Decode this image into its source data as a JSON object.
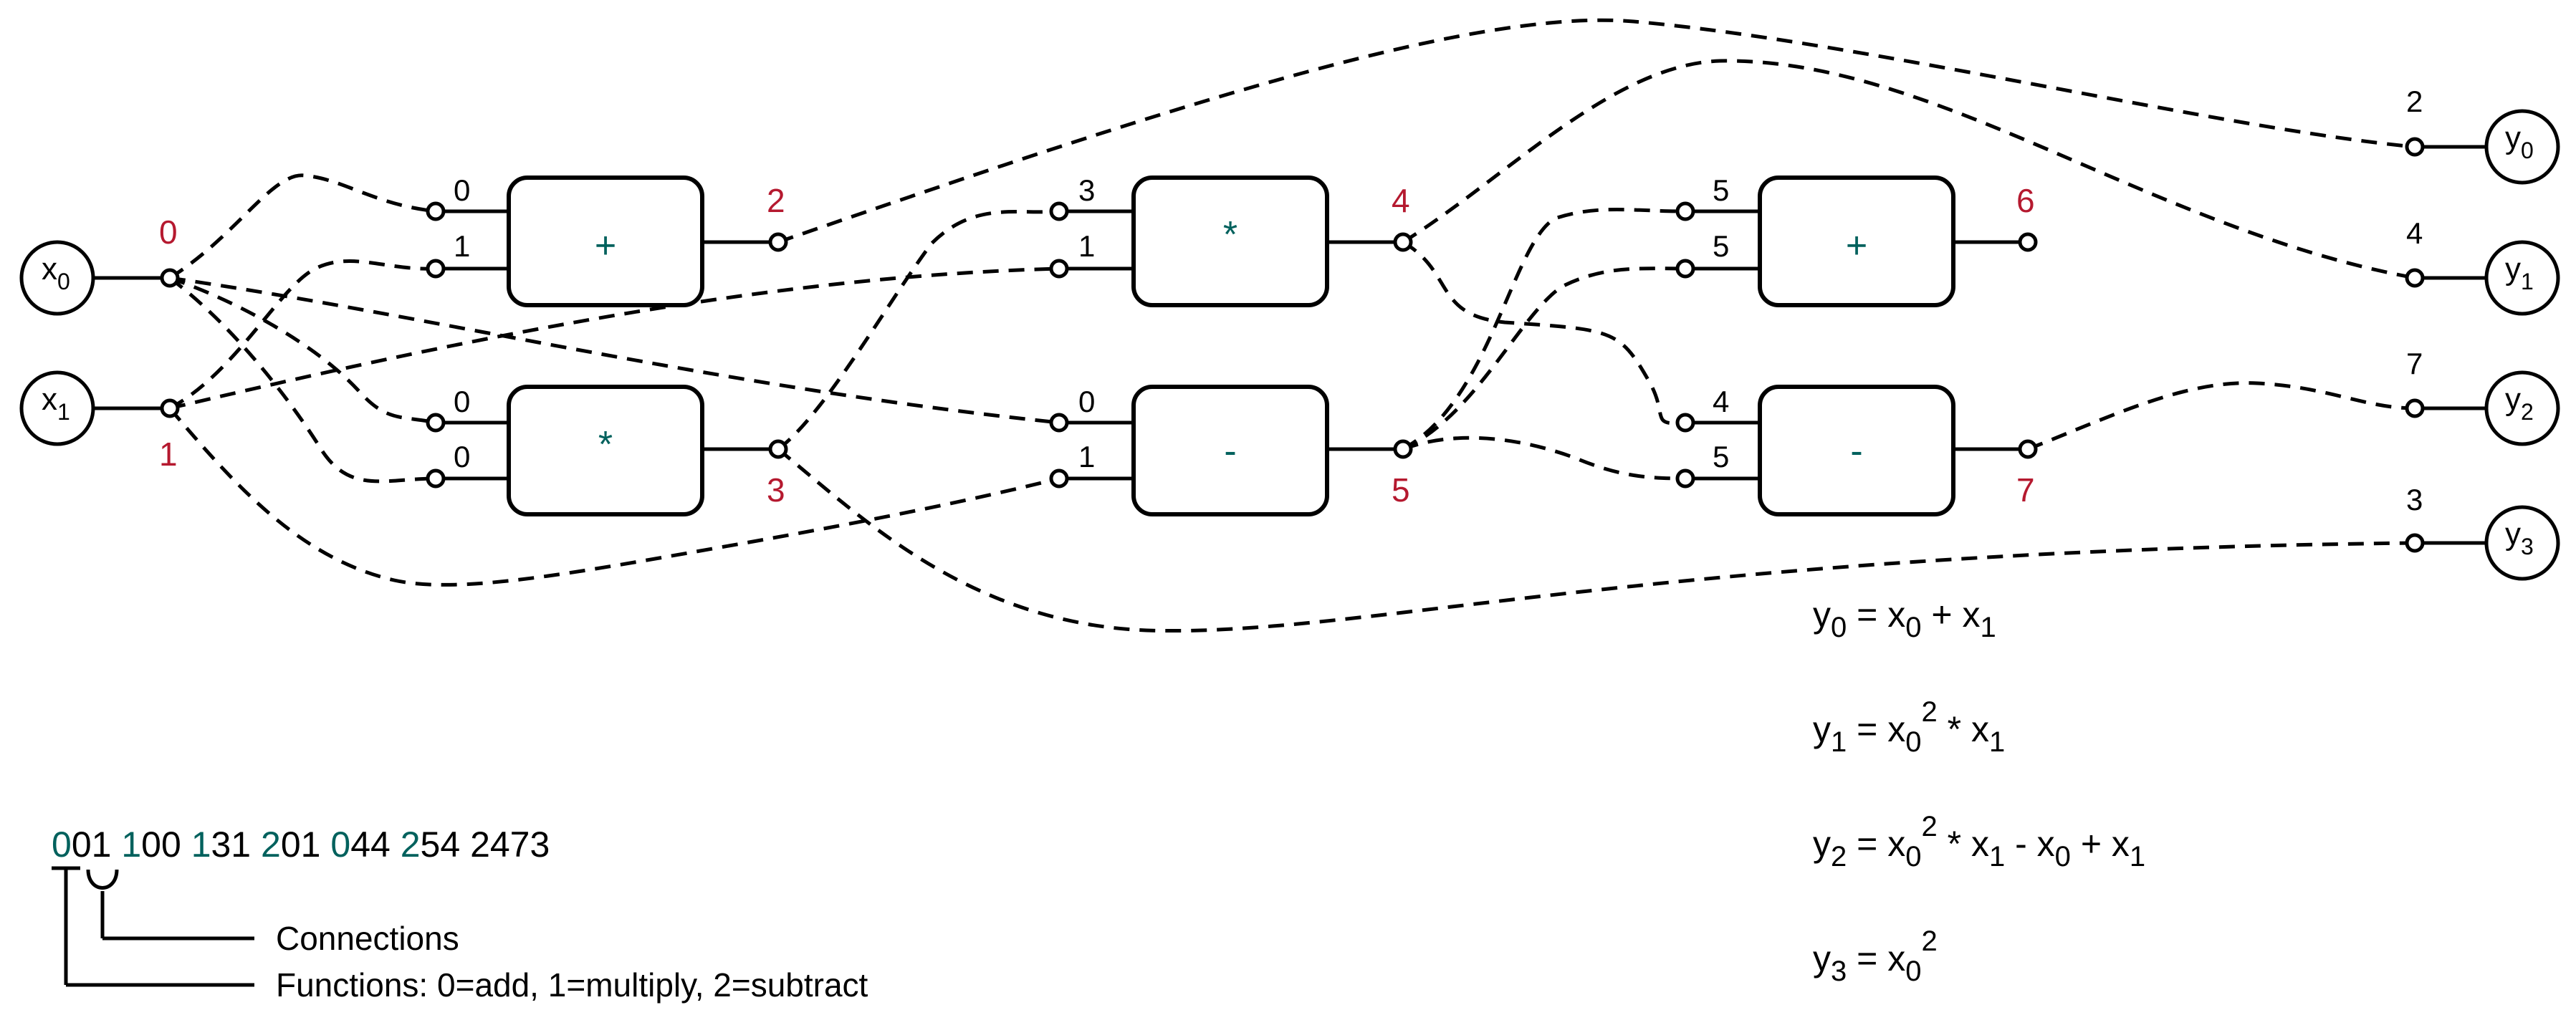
{
  "inputs": [
    {
      "base": "x",
      "sub": "0",
      "index": "0"
    },
    {
      "base": "x",
      "sub": "1",
      "index": "1"
    }
  ],
  "nodes": [
    {
      "func": "+",
      "in_labels": [
        "0",
        "1"
      ],
      "index": "2"
    },
    {
      "func": "*",
      "in_labels": [
        "0",
        "0"
      ],
      "index": "3"
    },
    {
      "func": "*",
      "in_labels": [
        "3",
        "1"
      ],
      "index": "4"
    },
    {
      "func": "-",
      "in_labels": [
        "0",
        "1"
      ],
      "index": "5"
    },
    {
      "func": "+",
      "in_labels": [
        "5",
        "5"
      ],
      "index": "6"
    },
    {
      "func": "-",
      "in_labels": [
        "4",
        "5"
      ],
      "index": "7"
    }
  ],
  "outputs": [
    {
      "base": "y",
      "sub": "0",
      "source": "2"
    },
    {
      "base": "y",
      "sub": "1",
      "source": "4"
    },
    {
      "base": "y",
      "sub": "2",
      "source": "7"
    },
    {
      "base": "y",
      "sub": "3",
      "source": "3"
    }
  ],
  "genotype": {
    "groups": [
      {
        "f": "0",
        "c": "01"
      },
      {
        "f": "1",
        "c": "00"
      },
      {
        "f": "1",
        "c": "31"
      },
      {
        "f": "2",
        "c": "01"
      },
      {
        "f": "0",
        "c": "44"
      },
      {
        "f": "2",
        "c": "54"
      }
    ],
    "outputs": "2473",
    "function_color": "#00615d"
  },
  "legend": {
    "connections": "Connections",
    "functions": "Functions: 0=add, 1=multiply, 2=subtract"
  },
  "equations": [
    {
      "y": "y",
      "ys": "0",
      "expr": [
        [
          "x",
          ""
        ],
        [
          "0",
          "sub"
        ],
        [
          " + x",
          ""
        ],
        [
          "1",
          "sub"
        ]
      ]
    },
    {
      "y": "y",
      "ys": "1",
      "expr": [
        [
          "x",
          ""
        ],
        [
          "0",
          "sub"
        ],
        [
          "2",
          "sup"
        ],
        [
          " * x",
          ""
        ],
        [
          "1",
          "sub"
        ]
      ]
    },
    {
      "y": "y",
      "ys": "2",
      "expr": [
        [
          "x",
          ""
        ],
        [
          "0",
          "sub"
        ],
        [
          "2",
          "sup"
        ],
        [
          " * x",
          ""
        ],
        [
          "1",
          "sub"
        ],
        [
          " - x",
          ""
        ],
        [
          "0",
          "sub"
        ],
        [
          " + x",
          ""
        ],
        [
          "1",
          "sub"
        ]
      ]
    },
    {
      "y": "y",
      "ys": "3",
      "expr": [
        [
          "x",
          ""
        ],
        [
          "0",
          "sub"
        ],
        [
          "2",
          "sup"
        ]
      ]
    }
  ],
  "colors": {
    "index_red": "#b5192f",
    "function_teal": "#00615d"
  }
}
